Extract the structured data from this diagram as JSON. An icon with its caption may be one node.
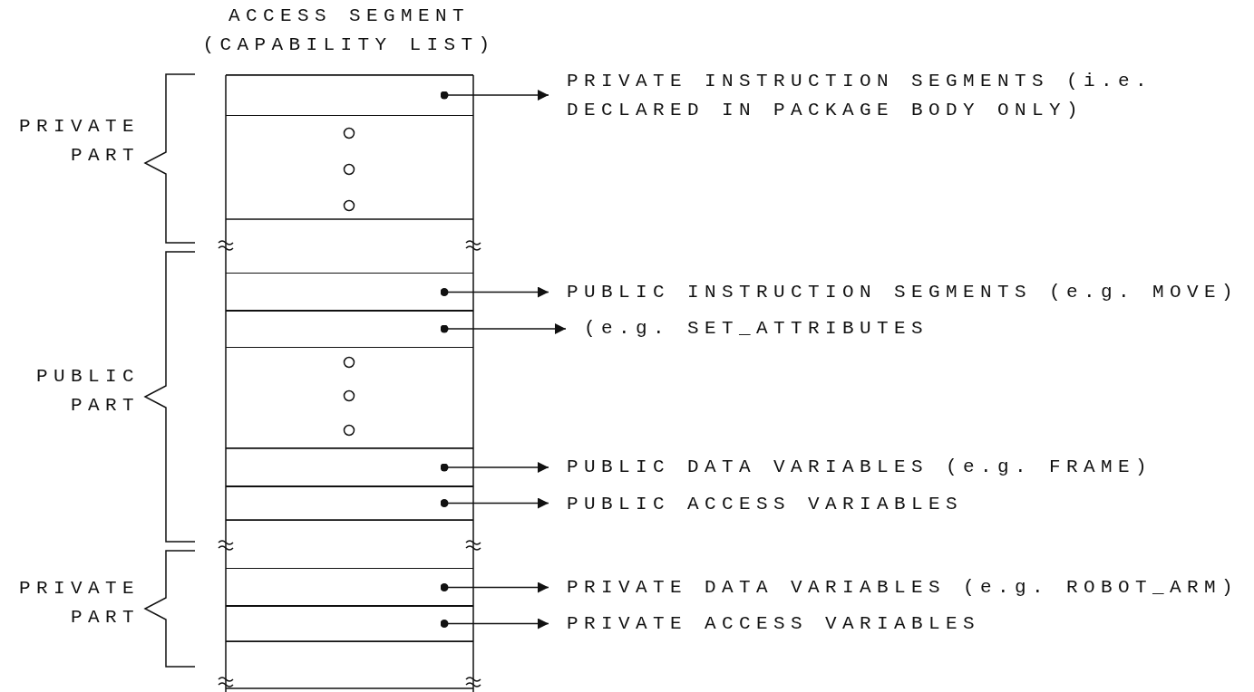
{
  "diagram": {
    "title": "ACCESS SEGMENT (CAPABILITY LIST)",
    "nodes": [
      {
        "text": [],
        "shape": "box"
      },
      {
        "text": [],
        "shape": "box"
      },
      {
        "text": [],
        "shape": "box"
      },
      {
        "text": [],
        "shape": "box"
      },
      {
        "text": [],
        "shape": "box"
      },
      {
        "text": [],
        "shape": "box"
      },
      {
        "text": [],
        "shape": "box"
      },
      {
        "text": [
          "PRIVATE INSTRUCTION SEGMENTS (i.e. DECLARED IN PACKAGE BODY ONLY)"
        ]
      },
      {
        "text": [
          "PUBLIC INSTRUCTION SEGMENTS (e.g. MOVE)"
        ]
      },
      {
        "text": [
          "(e.g. SET_ATTRIBUTES"
        ]
      },
      {
        "text": [
          "PUBLIC DATA VARIABLES (e.g. FRAME)"
        ]
      },
      {
        "text": [
          "PUBLIC ACCESS VARIABLES"
        ]
      },
      {
        "text": [
          "PRIVATE DATA VARIABLES (e.g. ROBOT_ARM)"
        ]
      },
      {
        "text": [
          "PRIVATE ACCESS VARIABLES"
        ]
      }
    ],
    "edges": [
      {
        "from": 0,
        "to": 7,
        "arrow": "to"
      },
      {
        "from": 1,
        "to": 8,
        "arrow": "to"
      },
      {
        "from": 2,
        "to": 9,
        "arrow": "to"
      },
      {
        "from": 3,
        "to": 10,
        "arrow": "to"
      },
      {
        "from": 4,
        "to": 11,
        "arrow": "to"
      },
      {
        "from": 5,
        "to": 12,
        "arrow": "to"
      },
      {
        "from": 6,
        "to": 13,
        "arrow": "to"
      }
    ],
    "labels": [
      "PRIVATE PART",
      "PUBLIC PART",
      "PRIVATE PART"
    ]
  }
}
